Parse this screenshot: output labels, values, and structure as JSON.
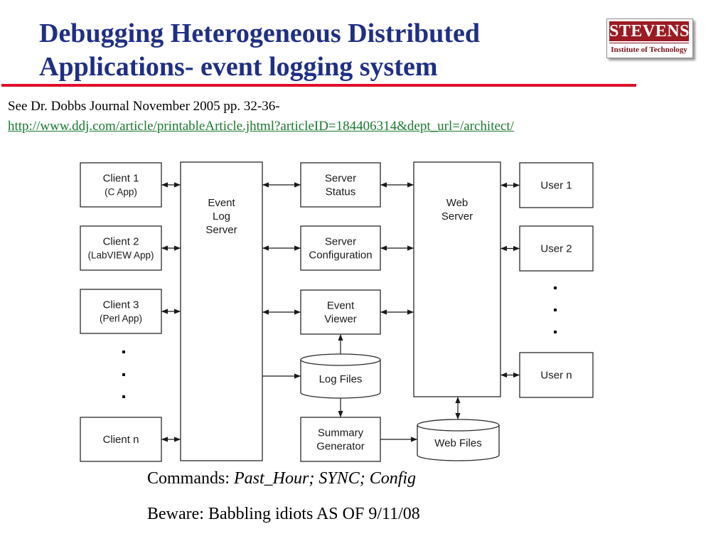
{
  "slide": {
    "title_line1": "Debugging Heterogeneous Distributed",
    "title_line2": "Applications- event logging system",
    "logo_main": "STEVENS",
    "logo_sub": "Institute of Technology",
    "reference": "See Dr. Dobbs Journal November 2005 pp. 32-36-",
    "link": "http://www.ddj.com/article/printableArticle.jhtml?articleID=184406314&dept_url=/architect/",
    "commands_label": "Commands: ",
    "commands_value": "Past_Hour; SYNC; Config",
    "beware": "Beware: Babbling idiots AS OF 9/11/08",
    "accent_color": "#e0102a",
    "title_color": "#1f2f86",
    "link_color": "#1a7a2e"
  },
  "diagram": {
    "nodes": {
      "client1": [
        "Client 1",
        "(C App)"
      ],
      "client2": [
        "Client 2",
        "(LabVIEW App)"
      ],
      "client3": [
        "Client 3",
        "(Perl App)"
      ],
      "clientn": [
        "Client n"
      ],
      "event_log_server": [
        "Event",
        "Log",
        "Server"
      ],
      "server_status": [
        "Server",
        "Status"
      ],
      "server_configuration": [
        "Server",
        "Configuration"
      ],
      "event_viewer": [
        "Event",
        "Viewer"
      ],
      "log_files": [
        "Log Files"
      ],
      "summary_generator": [
        "Summary",
        "Generator"
      ],
      "web_server": [
        "Web",
        "Server"
      ],
      "web_files": [
        "Web Files"
      ],
      "user1": [
        "User 1"
      ],
      "user2": [
        "User 2"
      ],
      "usern": [
        "User n"
      ]
    },
    "edges": [
      {
        "from": "client1",
        "to": "event_log_server",
        "type": "bidirectional"
      },
      {
        "from": "client2",
        "to": "event_log_server",
        "type": "bidirectional"
      },
      {
        "from": "client3",
        "to": "event_log_server",
        "type": "bidirectional"
      },
      {
        "from": "clientn",
        "to": "event_log_server",
        "type": "bidirectional"
      },
      {
        "from": "event_log_server",
        "to": "server_status",
        "type": "bidirectional"
      },
      {
        "from": "event_log_server",
        "to": "server_configuration",
        "type": "bidirectional"
      },
      {
        "from": "event_log_server",
        "to": "event_viewer",
        "type": "bidirectional"
      },
      {
        "from": "event_log_server",
        "to": "log_files",
        "type": "directed"
      },
      {
        "from": "log_files",
        "to": "event_viewer",
        "type": "directed"
      },
      {
        "from": "log_files",
        "to": "summary_generator",
        "type": "directed"
      },
      {
        "from": "server_status",
        "to": "web_server",
        "type": "bidirectional"
      },
      {
        "from": "server_configuration",
        "to": "web_server",
        "type": "bidirectional"
      },
      {
        "from": "event_viewer",
        "to": "web_server",
        "type": "bidirectional"
      },
      {
        "from": "summary_generator",
        "to": "web_files",
        "type": "directed"
      },
      {
        "from": "web_server",
        "to": "web_files",
        "type": "bidirectional"
      },
      {
        "from": "web_server",
        "to": "user1",
        "type": "bidirectional"
      },
      {
        "from": "web_server",
        "to": "user2",
        "type": "bidirectional"
      },
      {
        "from": "web_server",
        "to": "usern",
        "type": "bidirectional"
      }
    ]
  }
}
